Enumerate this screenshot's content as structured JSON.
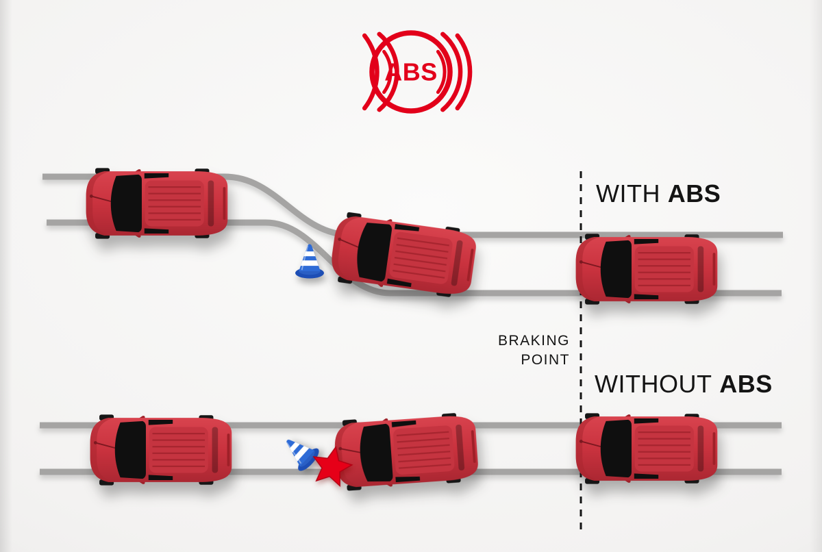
{
  "logo": {
    "text": "ABS"
  },
  "labels": {
    "with_abs": {
      "prefix": "WITH",
      "emphasis": "ABS"
    },
    "without_abs": {
      "prefix": "WITHOUT",
      "emphasis": "ABS"
    },
    "braking_point": {
      "line1": "BRAKING",
      "line2": "POINT"
    }
  },
  "icons": {
    "logo": "abs-warning-lamp-icon",
    "vehicle": "car-top-view-icon",
    "obstacle": "traffic-cone-icon",
    "impact": "crash-burst-icon",
    "marker": "braking-point-dashed-line"
  },
  "colors": {
    "accent-red": "#e2001a",
    "car-red": "#c9323e",
    "road-gray": "#a5a4a3",
    "cone-blue": "#2e6bd6",
    "crash-red": "#e60018",
    "text-dark": "#141414",
    "background": "#f1f0ef"
  }
}
